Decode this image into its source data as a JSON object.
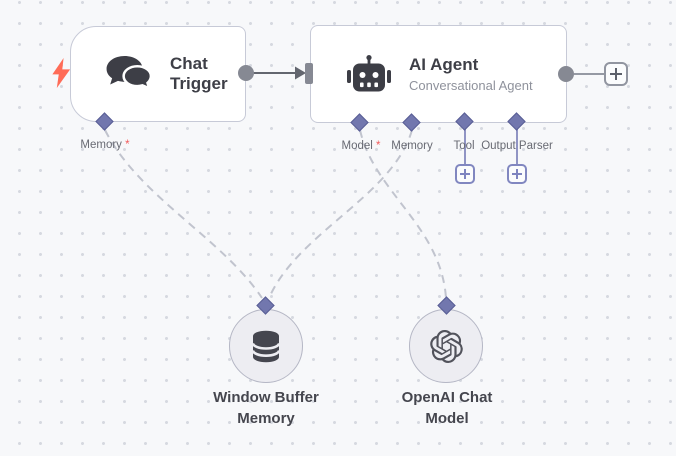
{
  "nodes": {
    "chat_trigger": {
      "title": "Chat Trigger"
    },
    "ai_agent": {
      "title": "AI Agent",
      "subtitle": "Conversational Agent"
    },
    "window_buffer_memory": {
      "title": "Window Buffer Memory"
    },
    "openai_chat_model": {
      "title": "OpenAI Chat Model"
    }
  },
  "ports": {
    "trigger_memory": {
      "label": "Memory ",
      "required_marker": "*"
    },
    "agent_model": {
      "label": "Model ",
      "required_marker": "*"
    },
    "agent_memory": {
      "label": "Memory",
      "required_marker": ""
    },
    "agent_tool": {
      "label": "Tool",
      "required_marker": ""
    },
    "agent_output_parser": {
      "label": "Output Parser",
      "required_marker": ""
    }
  },
  "icons": {
    "trigger_bolt": "lightning-bolt",
    "chat_trigger": "chat-bubbles",
    "ai_agent": "robot",
    "window_buffer_memory": "database",
    "openai_chat_model": "openai-logo",
    "add_buttons": "plus"
  },
  "colors": {
    "canvas_background": "#f7f8fa",
    "grid_dot": "#d6d9e0",
    "node_border": "#c7cad7",
    "node_fill": "#ffffff",
    "title_text": "#3e3f47",
    "subtitle_text": "#8f929c",
    "port_label_text": "#686a73",
    "required_asterisk": "#f25c5c",
    "diamond_fill": "#7277ae",
    "diamond_border": "#5a5f96",
    "gray_endpoint": "#868993",
    "main_wire": "#63666f",
    "dashed_wire": "#c1c4ce",
    "purple_plus": "#8187c0",
    "gray_plus_border": "#9195a0",
    "bolt": "#ff6c57",
    "subnode_fill": "#ededf2",
    "subnode_border": "#b5b7c5",
    "dark_icon": "#3d3e46"
  }
}
